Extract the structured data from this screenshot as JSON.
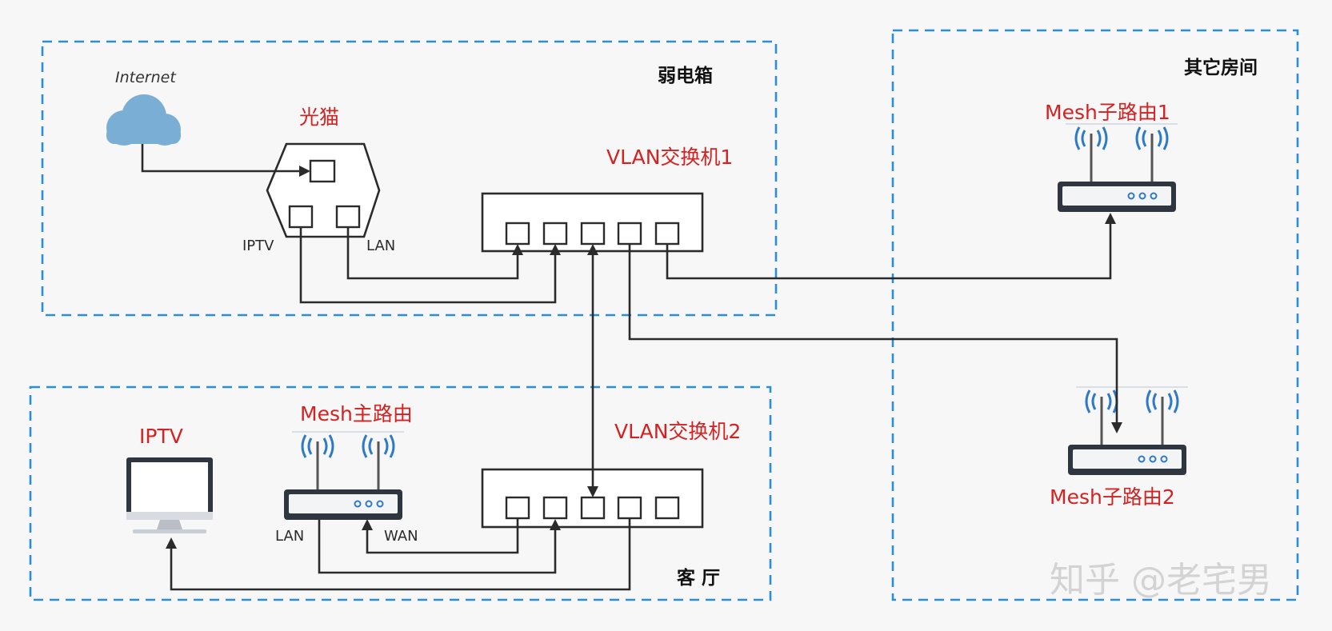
{
  "zones": {
    "cabinet": "弱电箱",
    "living_room": "客 厅",
    "other_rooms": "其它房间"
  },
  "devices": {
    "internet": "Internet",
    "modem": "光猫",
    "modem_port_iptv": "IPTV",
    "modem_port_lan": "LAN",
    "switch1": "VLAN交换机1",
    "switch2": "VLAN交换机2",
    "main_router": "Mesh主路由",
    "router_port_lan": "LAN",
    "router_port_wan": "WAN",
    "iptv": "IPTV",
    "sub_router1": "Mesh子路由1",
    "sub_router2": "Mesh子路由2"
  },
  "watermark": "知乎 @老宅男",
  "colors": {
    "zone_border": "#2c8fd6",
    "label_red": "#d42222",
    "cloud": "#7aaed4",
    "router_body": "#2f3640",
    "wifi_blue": "#2f7ac4"
  }
}
